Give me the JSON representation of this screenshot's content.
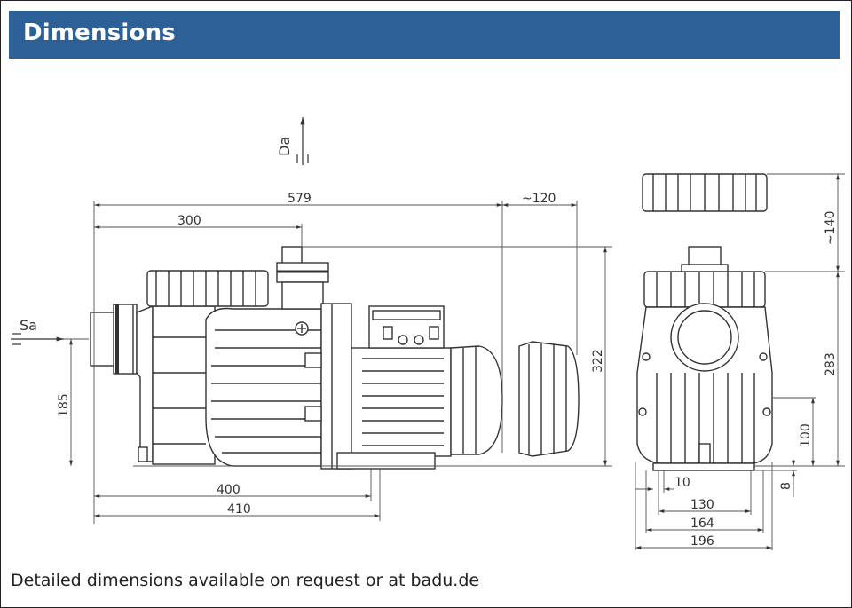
{
  "header": {
    "title": "Dimensions"
  },
  "labels": {
    "discharge": "Da",
    "suction": "Sa"
  },
  "dimensions": {
    "overall_length": "579",
    "motor_clearance": "~120",
    "suction_to_outlet": "300",
    "height_total": "322",
    "suction_height": "185",
    "base_length": "400",
    "foot_length": "410",
    "lid_clearance": "~140",
    "side_height": "283",
    "foot_height": "100",
    "base_thickness": "8",
    "foot_slot": "10",
    "foot_spacing_inner": "130",
    "foot_spacing": "164",
    "base_width": "196"
  },
  "footer": {
    "text": "Detailed dimensions available on request or at badu.de"
  }
}
